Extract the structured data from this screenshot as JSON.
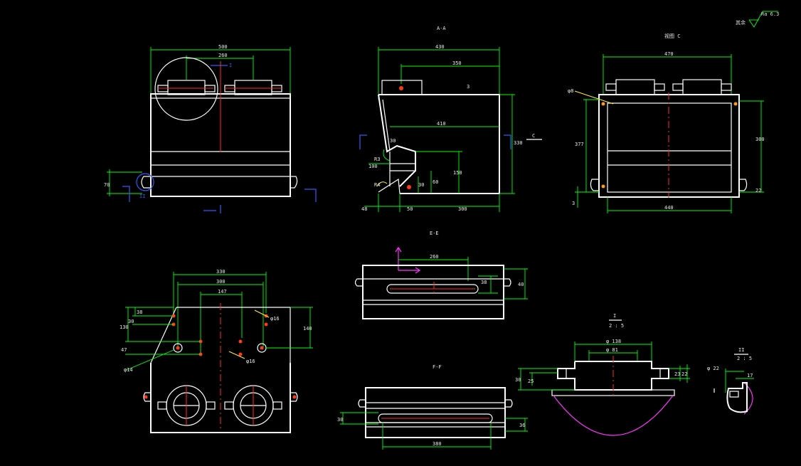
{
  "surface": {
    "text": "Ra 6.3"
  },
  "views": {
    "front": {
      "d500": "500",
      "d260": "260",
      "d70": "70"
    },
    "section_aa": {
      "title": "A-A",
      "d430": "430",
      "d350": "350",
      "d3": "3",
      "d410": "410",
      "d330": "330",
      "d30": "30",
      "r3": "R3",
      "d100": "100",
      "d150": "150",
      "d30b": "30",
      "d60": "60",
      "d48": "48",
      "d50": "50",
      "d300": "300",
      "r4": "R4"
    },
    "view_c": {
      "title": "视图 C",
      "d470": "470",
      "phi": "φ8",
      "d377": "377",
      "d300": "300",
      "d22": "22",
      "d3": "3",
      "d440": "440"
    },
    "bottom": {
      "d330": "330",
      "d300": "300",
      "d147": "147",
      "d130": "130",
      "d38": "38",
      "d30": "30",
      "d47": "47",
      "d140": "140",
      "p14": "φ14",
      "p16a": "φ16",
      "p16b": "φ16"
    },
    "section_ee": {
      "title": "E-E",
      "d260": "260",
      "d38": "38",
      "d40": "40"
    },
    "section_ff": {
      "title": "F-F",
      "d30": "30",
      "d36": "36",
      "d380": "380"
    },
    "detail_1": {
      "title": "I",
      "scale": "2 : 5",
      "p138": "φ 138",
      "p81": "φ 81",
      "d30": "30",
      "d25": "25",
      "d23": "23",
      "d22": "22"
    },
    "detail_2": {
      "title": "II",
      "scale": "2 : 5",
      "p22": "φ 22",
      "d17": "17"
    }
  }
}
